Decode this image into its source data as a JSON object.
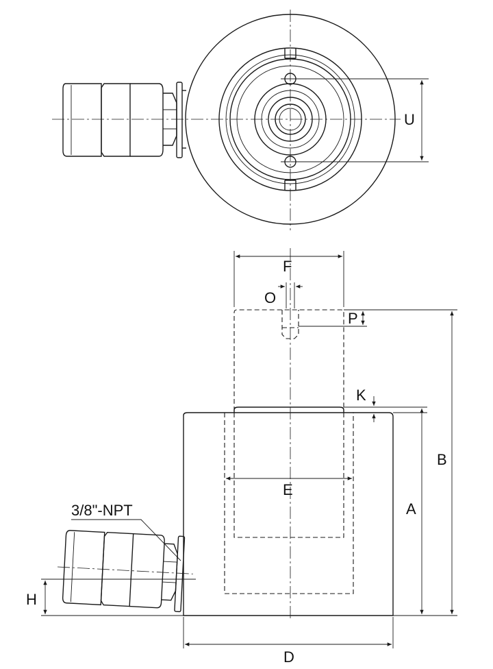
{
  "top_view": {
    "label_u": "U"
  },
  "side_view": {
    "label_f": "F",
    "label_o": "O",
    "label_p": "P",
    "label_k": "K",
    "label_b": "B",
    "label_a": "A",
    "label_e": "E",
    "label_d": "D",
    "label_h": "H",
    "label_port": "3/8\"-NPT"
  },
  "colors": {
    "line": "#1a1a1a",
    "background": "#ffffff"
  }
}
